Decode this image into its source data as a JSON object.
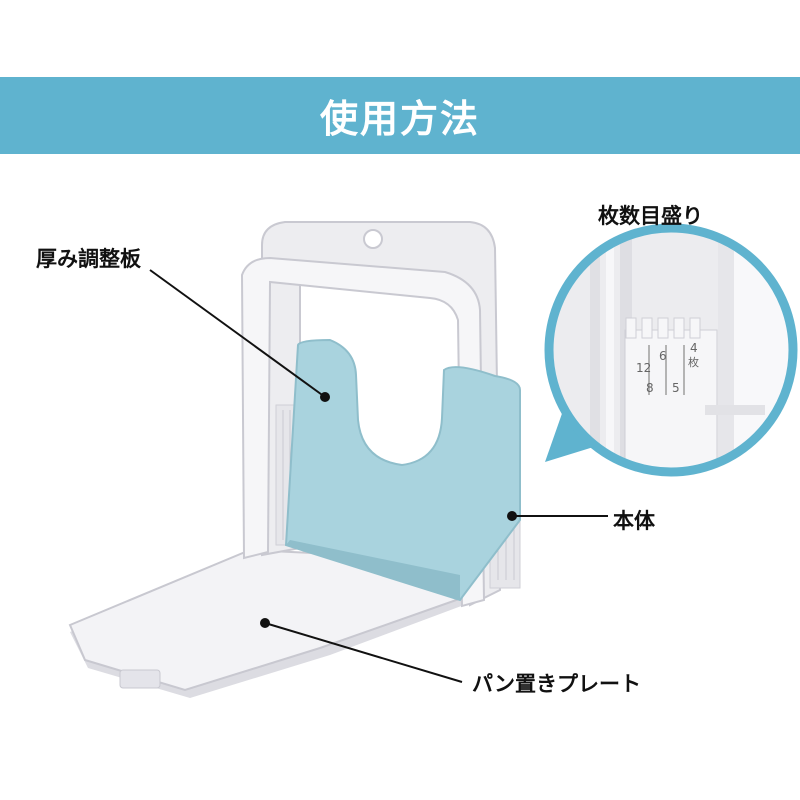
{
  "header": {
    "title": "使用方法"
  },
  "labels": {
    "thickness_plate": "厚み調整板",
    "scale_marks": "枚数目盛り",
    "main_body": "本体",
    "bread_plate": "パン置きプレート"
  },
  "scale": {
    "top_numbers": [
      "12",
      "6",
      "4"
    ],
    "bottom_numbers": [
      "8",
      "5"
    ],
    "unit": "枚"
  },
  "colors": {
    "banner": "#5fb3cf",
    "plate_blue": "#a9d3de",
    "body_white": "#ededf0"
  }
}
